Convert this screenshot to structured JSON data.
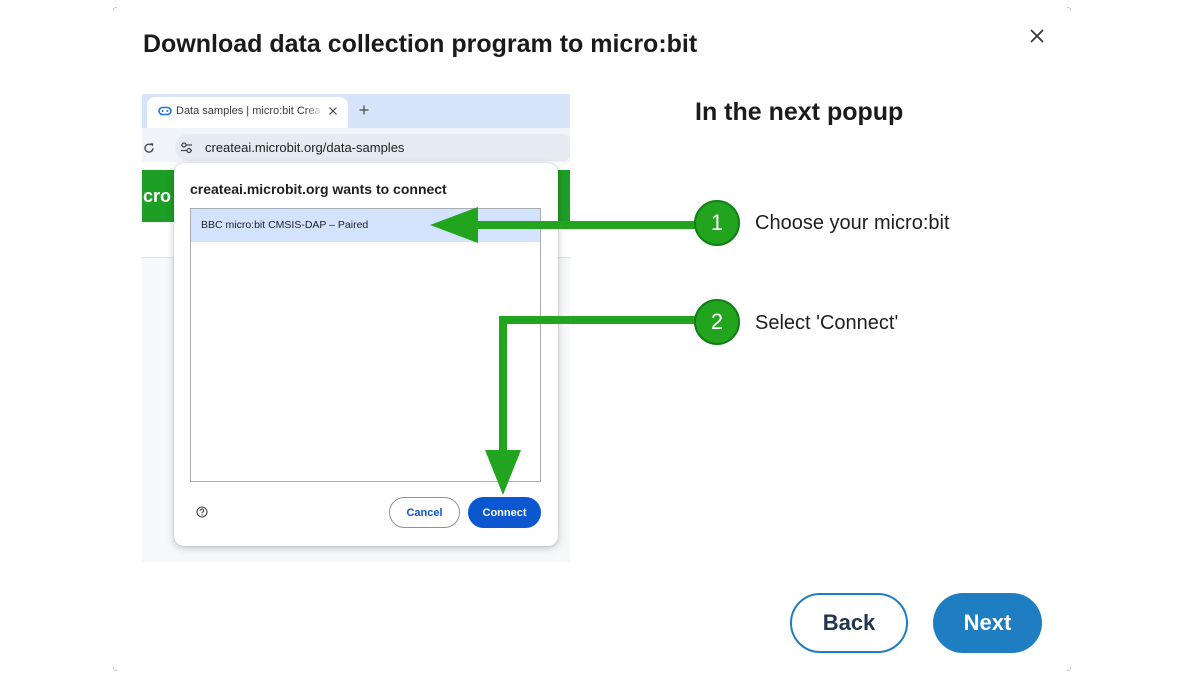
{
  "dialog": {
    "title": "Download data collection program to micro:bit"
  },
  "illustration": {
    "browser": {
      "tab_title": "Data samples | micro:bit Crea",
      "url": "createai.microbit.org/data-samples",
      "page_logo_partial": "cro"
    },
    "permission_popup": {
      "title": "createai.microbit.org wants to connect",
      "devices": [
        {
          "label": "BBC micro:bit CMSIS-DAP – Paired",
          "selected": true
        }
      ],
      "cancel_label": "Cancel",
      "connect_label": "Connect"
    }
  },
  "instructions": {
    "heading": "In the next popup",
    "steps": [
      {
        "number": "1",
        "text": "Choose your micro:bit"
      },
      {
        "number": "2",
        "text": "Select 'Connect'"
      }
    ]
  },
  "footer": {
    "back_label": "Back",
    "next_label": "Next"
  },
  "icons": {
    "dialog_close": "close-icon",
    "tab_favicon": "microbit-favicon-icon",
    "tab_close": "tab-close-icon",
    "new_tab": "plus-icon",
    "reload": "reload-icon",
    "site_settings": "site-settings-icon",
    "popup_help": "help-icon"
  },
  "colors": {
    "primary": "#1f7dc1",
    "primary_text_dark": "#1f3550",
    "annotation_green": "#22a41f",
    "annotation_green_border": "#127d14",
    "chrome_blue": "#0b57d0",
    "device_highlight": "#d3e3fd",
    "header_green": "#1d9e25"
  }
}
